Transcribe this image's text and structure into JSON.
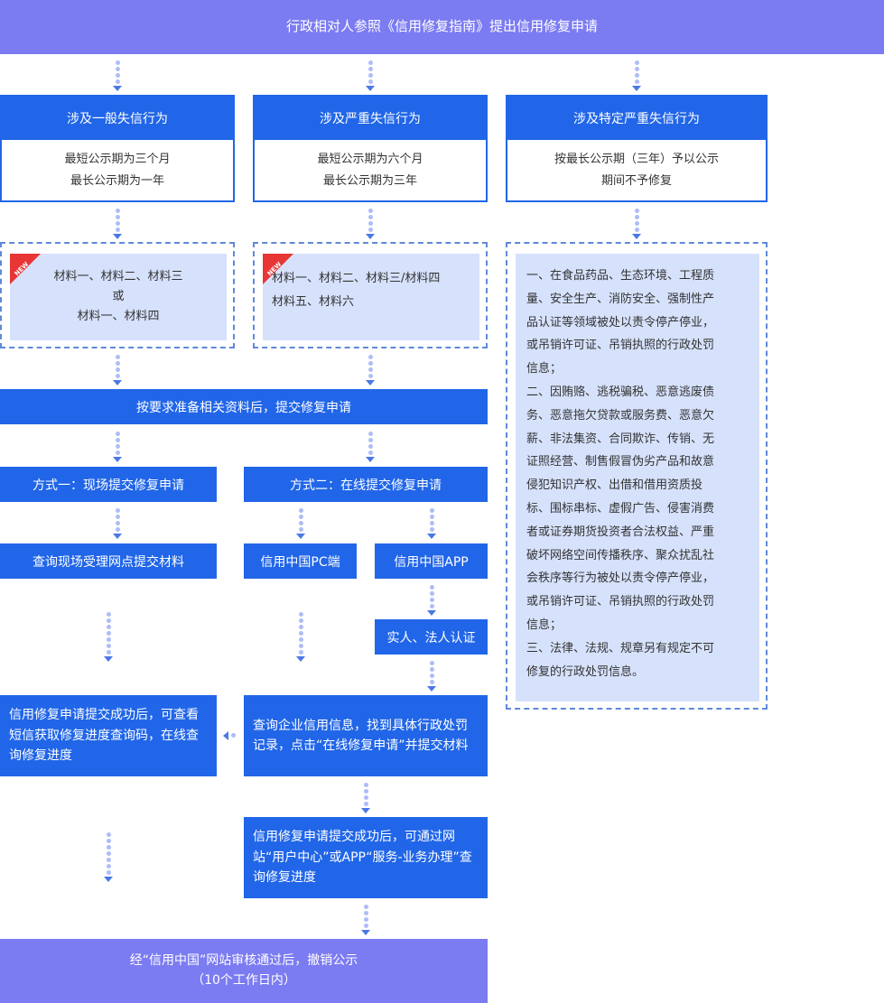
{
  "header": {
    "title": "行政相对人参照《信用修复指南》提出信用修复申请"
  },
  "categories": [
    {
      "title": "涉及一般失信行为",
      "lines": [
        "最短公示期为三个月",
        "最长公示期为一年"
      ]
    },
    {
      "title": "涉及严重失信行为",
      "lines": [
        "最短公示期为六个月",
        "最长公示期为三年"
      ]
    },
    {
      "title": "涉及特定严重失信行为",
      "lines": [
        "按最长公示期（三年）予以公示",
        "期间不予修复"
      ]
    }
  ],
  "new_badge": "NEW",
  "materials": {
    "general": [
      "材料一、材料二、材料三",
      "或",
      "材料一、材料四"
    ],
    "serious": [
      "材料一、材料二、材料三/材料四",
      "材料五、材料六"
    ]
  },
  "special_list": [
    "一、在食品药品、生态环境、工程质",
    "量、安全生产、消防安全、强制性产",
    "品认证等领域被处以责令停产停业，",
    "或吊销许可证、吊销执照的行政处罚",
    "信息；",
    "二、因贿赂、逃税骗税、恶意逃废债",
    "务、恶意拖欠贷款或服务费、恶意欠",
    "薪、非法集资、合同欺诈、传销、无",
    "证照经营、制售假冒伪劣产品和故意",
    "侵犯知识产权、出借和借用资质投",
    "标、围标串标、虚假广告、侵害消费",
    "者或证券期货投资者合法权益、严重",
    "破坏网络空间传播秩序、聚众扰乱社",
    "会秩序等行为被处以责令停产停业，",
    "或吊销许可证、吊销执照的行政处罚",
    "信息；",
    "三、法律、法规、规章另有规定不可",
    "修复的行政处罚信息。"
  ],
  "submit_step": "按要求准备相关资料后，提交修复申请",
  "method_one": {
    "title": "方式一：现场提交修复申请",
    "step": "查询现场受理网点提交材料",
    "result": "信用修复申请提交成功后，可查看短信获取修复进度查询码，在线查询修复进度"
  },
  "method_two": {
    "title": "方式二：在线提交修复申请",
    "pc": "信用中国PC端",
    "app": "信用中国APP",
    "auth": "实人、法人认证",
    "query": "查询企业信用信息，找到具体行政处罚记录，点击“在线修复申请”并提交材料",
    "result": "信用修复申请提交成功后，可通过网站“用户中心”或APP“服务-业务办理”查询修复进度"
  },
  "final": {
    "line1": "经“信用中国”网站审核通过后，撤销公示",
    "line2": "（10个工作日内）"
  },
  "colors": {
    "primary": "#2166e8",
    "banner": "#7b7bf2",
    "materials_bg": "#d6e1fb",
    "badge": "#e83535",
    "dashed": "#5f89d8"
  }
}
